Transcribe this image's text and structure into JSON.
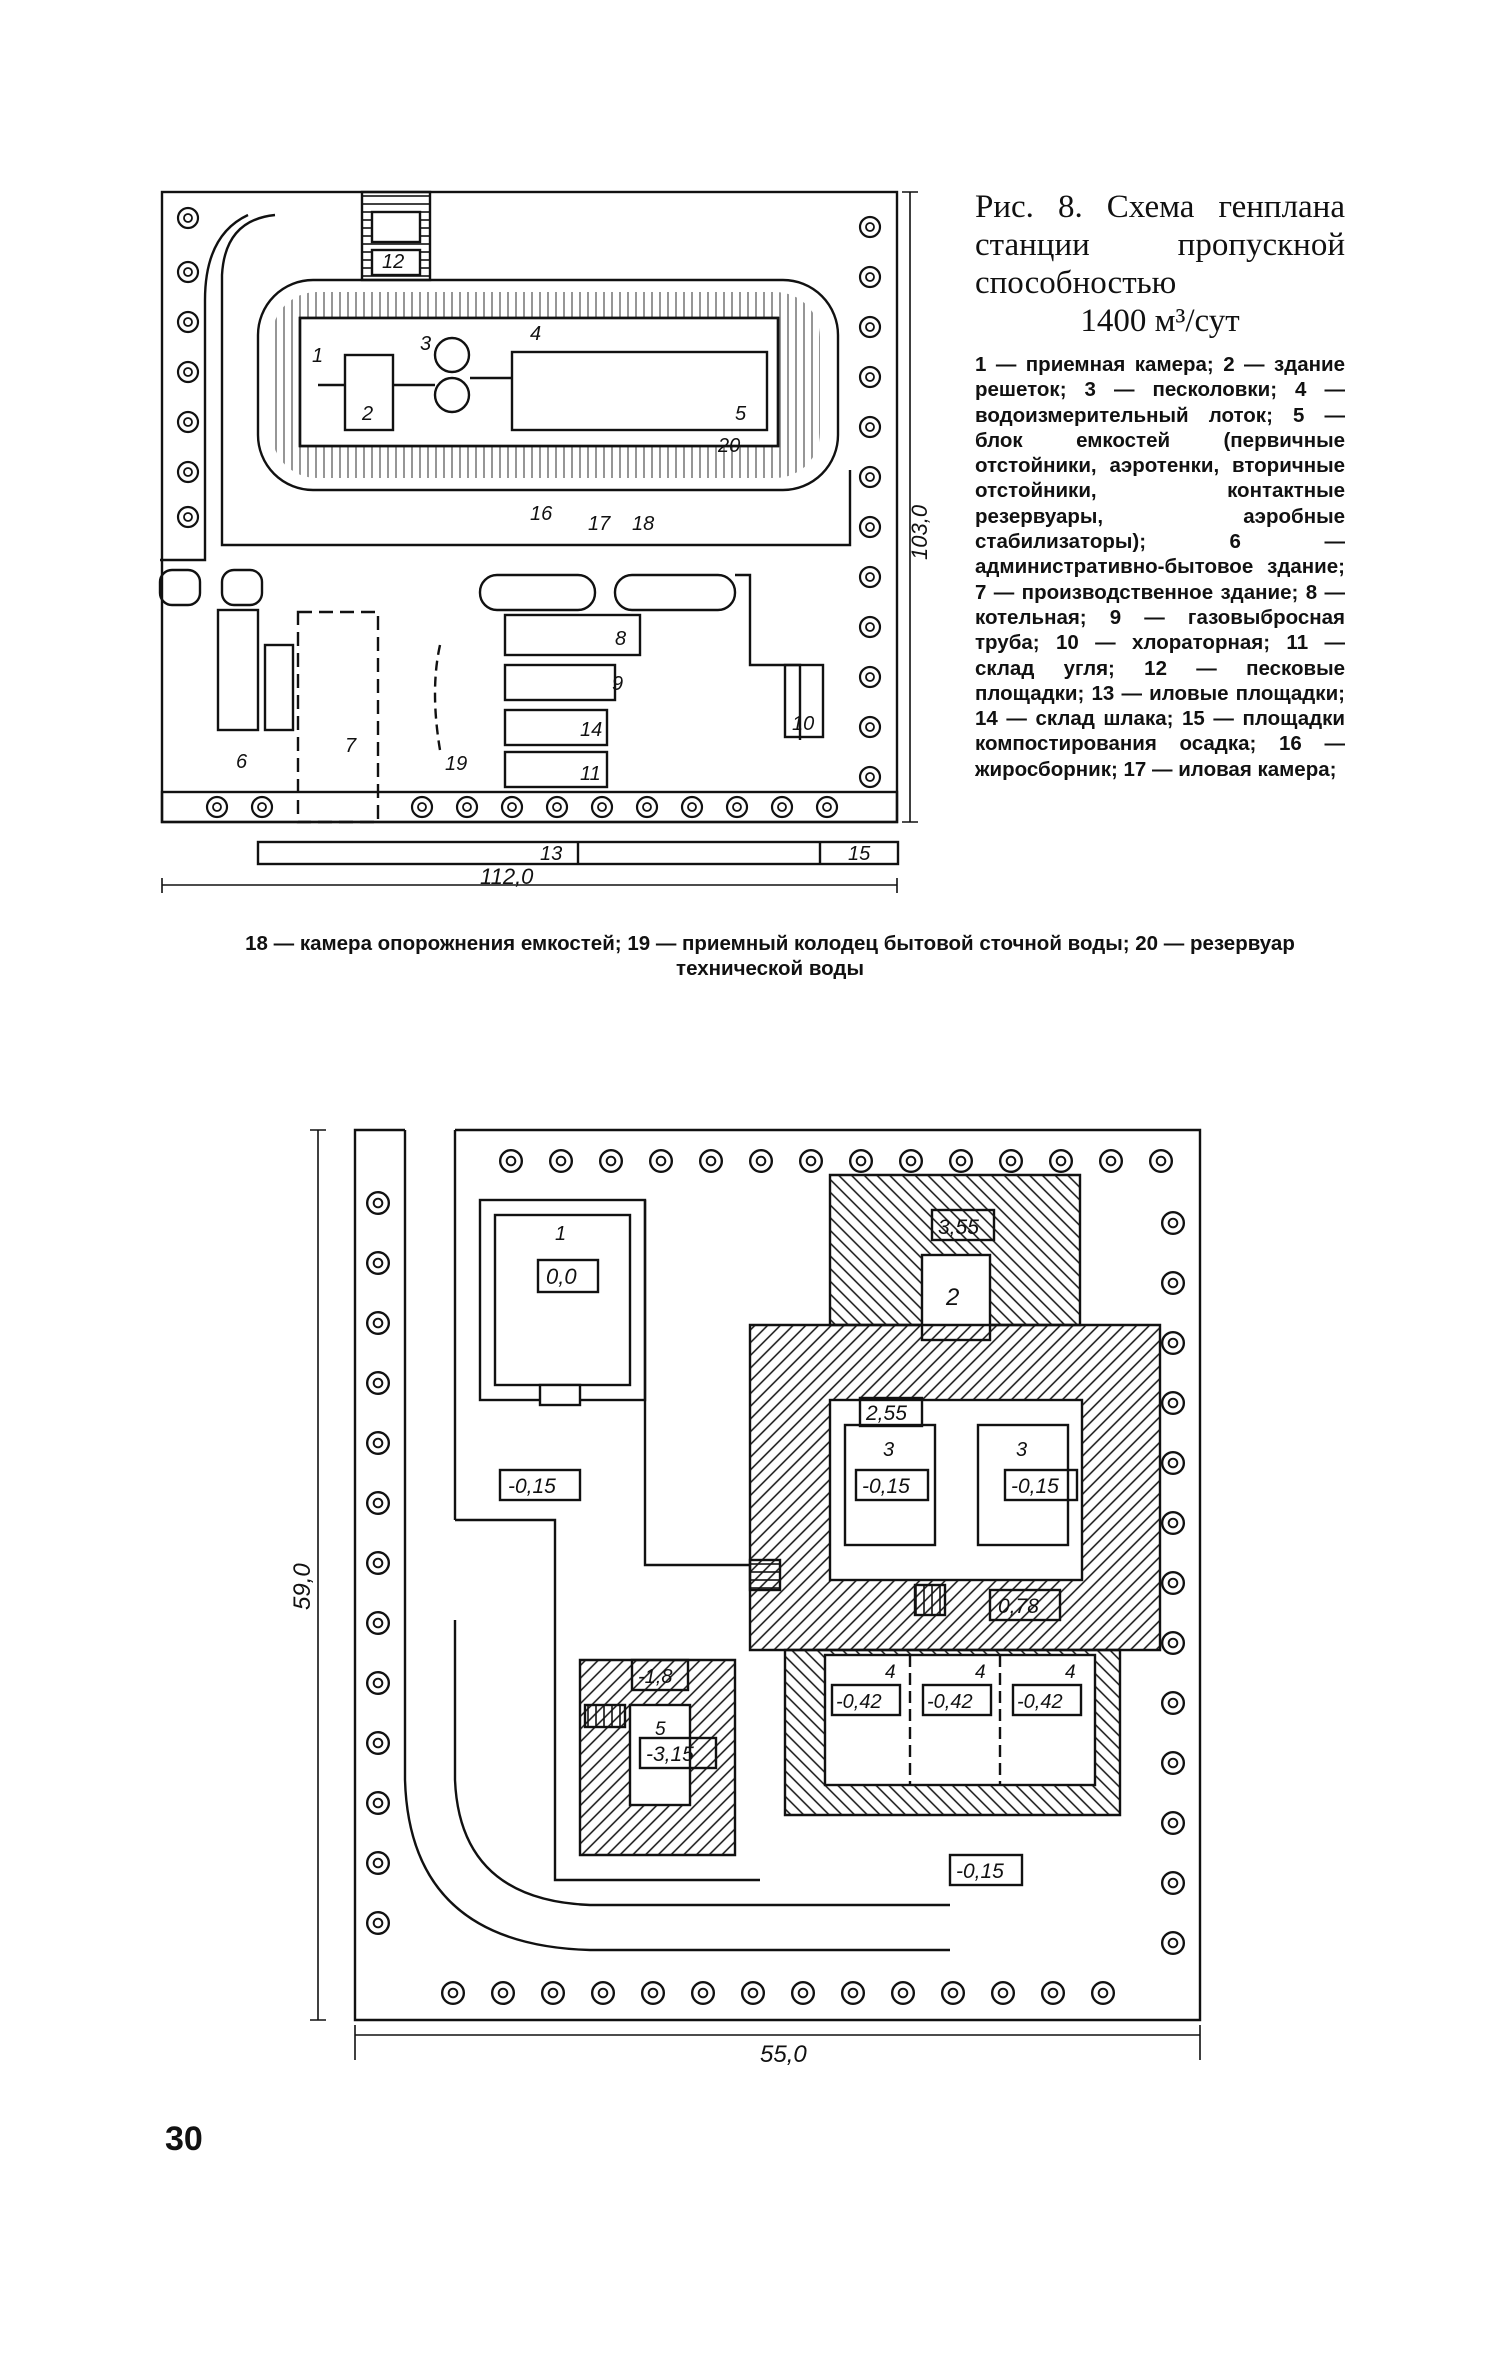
{
  "figure1": {
    "caption_title_line1": "Рис. 8. Схема генплана станции пропускной способностью",
    "caption_title_line2": "1400 м³/сут",
    "legend_text": "1 — приемная камера; 2 — здание решеток; 3 — песколовки; 4 — водоизмерительный лоток; 5 — блок емкостей (первичные отстойники, аэротенки, вторичные отстойники, контактные резервуары, аэробные стабилизаторы); 6 — административно-бытовое здание; 7 — производственное здание; 8 — котельная; 9 — газовыбросная труба; 10 — хлораторная; 11 — склад угля; 12 — песковые площадки; 13 — иловые площадки; 14 — склад шлака; 15 — площадки компостирования осадка; 16 — жиросборник; 17 — иловая камера;",
    "legend_tail": "18 — камера опорожнения емкостей; 19 — приемный колодец бытовой сточной воды; 20 — резервуар технической воды",
    "dim_width": "112,0",
    "dim_height": "103,0",
    "labels": [
      "1",
      "2",
      "3",
      "4",
      "5",
      "6",
      "7",
      "8",
      "9",
      "10",
      "11",
      "12",
      "13",
      "14",
      "15",
      "16",
      "17",
      "18",
      "19",
      "20"
    ]
  },
  "figure2": {
    "dim_width": "55,0",
    "dim_height": "59,0",
    "elev_1": "0,0",
    "elev_top": "3,55",
    "elev_mid": "2,55",
    "elev_left_area": "-0,15",
    "elev_3a": "-0,15",
    "elev_3b": "-0,15",
    "elev_078": "0,78",
    "elev_4a": "-0,42",
    "elev_4b": "-0,42",
    "elev_4c": "-0,42",
    "elev_5top": "-1,8",
    "elev_5": "-3,15",
    "elev_bottom": "-0,15",
    "num_1": "1",
    "num_2": "2",
    "num_3a": "3",
    "num_3b": "3",
    "num_4a": "4",
    "num_4b": "4",
    "num_4c": "4",
    "num_5": "5"
  },
  "page_number": "30",
  "colors": {
    "ink": "#111111",
    "paper": "#ffffff"
  }
}
